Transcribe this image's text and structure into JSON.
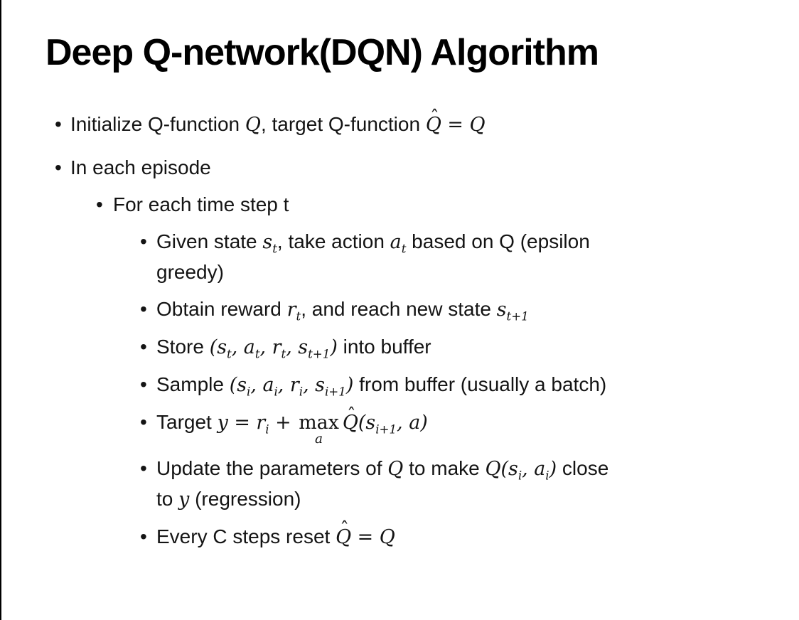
{
  "slide": {
    "title": "Deep Q-network(DQN) Algorithm",
    "bullet_glyph": "•",
    "background_color": "#ffffff",
    "text_color": "#141414",
    "title_color": "#000000",
    "border_color": "#000000"
  },
  "bullets": [
    {
      "level": 1,
      "tokens": [
        {
          "t": "text",
          "v": "Initialize Q-function "
        },
        {
          "t": "m",
          "v": "Q"
        },
        {
          "t": "text",
          "v": ", target Q-function "
        },
        {
          "t": "mhat",
          "v": "Q"
        },
        {
          "t": "m",
          "v": " = Q"
        }
      ]
    },
    {
      "level": 1,
      "tokens": [
        {
          "t": "text",
          "v": "In each episode"
        }
      ]
    },
    {
      "level": 2,
      "tokens": [
        {
          "t": "text",
          "v": "For each time step t"
        }
      ]
    },
    {
      "level": 3,
      "tokens": [
        {
          "t": "text",
          "v": "Given state "
        },
        {
          "t": "msub",
          "v": "s",
          "sub": "t"
        },
        {
          "t": "text",
          "v": ", take action "
        },
        {
          "t": "msub",
          "v": "a",
          "sub": "t"
        },
        {
          "t": "text",
          "v": " based on Q (epsilon"
        },
        {
          "t": "br"
        },
        {
          "t": "text",
          "v": "greedy)"
        }
      ]
    },
    {
      "level": 3,
      "tokens": [
        {
          "t": "text",
          "v": "Obtain reward "
        },
        {
          "t": "msub",
          "v": "r",
          "sub": "t"
        },
        {
          "t": "text",
          "v": ", and reach new state "
        },
        {
          "t": "msub",
          "v": "s",
          "sub": "t+1"
        }
      ]
    },
    {
      "level": 3,
      "tokens": [
        {
          "t": "text",
          "v": "Store "
        },
        {
          "t": "m",
          "v": "("
        },
        {
          "t": "msub",
          "v": "s",
          "sub": "t"
        },
        {
          "t": "m",
          "v": ", "
        },
        {
          "t": "msub",
          "v": "a",
          "sub": "t"
        },
        {
          "t": "m",
          "v": ", "
        },
        {
          "t": "msub",
          "v": "r",
          "sub": "t"
        },
        {
          "t": "m",
          "v": ", "
        },
        {
          "t": "msub",
          "v": "s",
          "sub": "t+1"
        },
        {
          "t": "m",
          "v": ")"
        },
        {
          "t": "text",
          "v": " into buffer"
        }
      ]
    },
    {
      "level": 3,
      "tokens": [
        {
          "t": "text",
          "v": "Sample "
        },
        {
          "t": "m",
          "v": "("
        },
        {
          "t": "msub",
          "v": "s",
          "sub": "i"
        },
        {
          "t": "m",
          "v": ", "
        },
        {
          "t": "msub",
          "v": "a",
          "sub": "i"
        },
        {
          "t": "m",
          "v": ", "
        },
        {
          "t": "msub",
          "v": "r",
          "sub": "i"
        },
        {
          "t": "m",
          "v": ", "
        },
        {
          "t": "msub",
          "v": "s",
          "sub": "i+1"
        },
        {
          "t": "m",
          "v": ")"
        },
        {
          "t": "text",
          "v": " from buffer (usually a batch)"
        }
      ]
    },
    {
      "level": 3,
      "tokens": [
        {
          "t": "text",
          "v": "Target "
        },
        {
          "t": "m",
          "v": "y = "
        },
        {
          "t": "msub",
          "v": "r",
          "sub": "i"
        },
        {
          "t": "m",
          "v": " + "
        },
        {
          "t": "munder",
          "v": "max",
          "under": "a"
        },
        {
          "t": "mhat",
          "v": "Q"
        },
        {
          "t": "m",
          "v": "("
        },
        {
          "t": "msub",
          "v": "s",
          "sub": "i+1"
        },
        {
          "t": "m",
          "v": ", a)"
        }
      ]
    },
    {
      "level": 3,
      "tokens": [
        {
          "t": "text",
          "v": "Update the parameters of "
        },
        {
          "t": "m",
          "v": "Q"
        },
        {
          "t": "text",
          "v": " to make "
        },
        {
          "t": "m",
          "v": "Q("
        },
        {
          "t": "msub",
          "v": "s",
          "sub": "i"
        },
        {
          "t": "m",
          "v": ", "
        },
        {
          "t": "msub",
          "v": "a",
          "sub": "i"
        },
        {
          "t": "m",
          "v": ")"
        },
        {
          "t": "text",
          "v": " close"
        },
        {
          "t": "br"
        },
        {
          "t": "text",
          "v": "to "
        },
        {
          "t": "m",
          "v": "y"
        },
        {
          "t": "text",
          "v": " (regression)"
        }
      ]
    },
    {
      "level": 3,
      "tokens": [
        {
          "t": "text",
          "v": "Every C steps reset "
        },
        {
          "t": "mhat",
          "v": "Q"
        },
        {
          "t": "m",
          "v": " = Q"
        }
      ]
    }
  ]
}
